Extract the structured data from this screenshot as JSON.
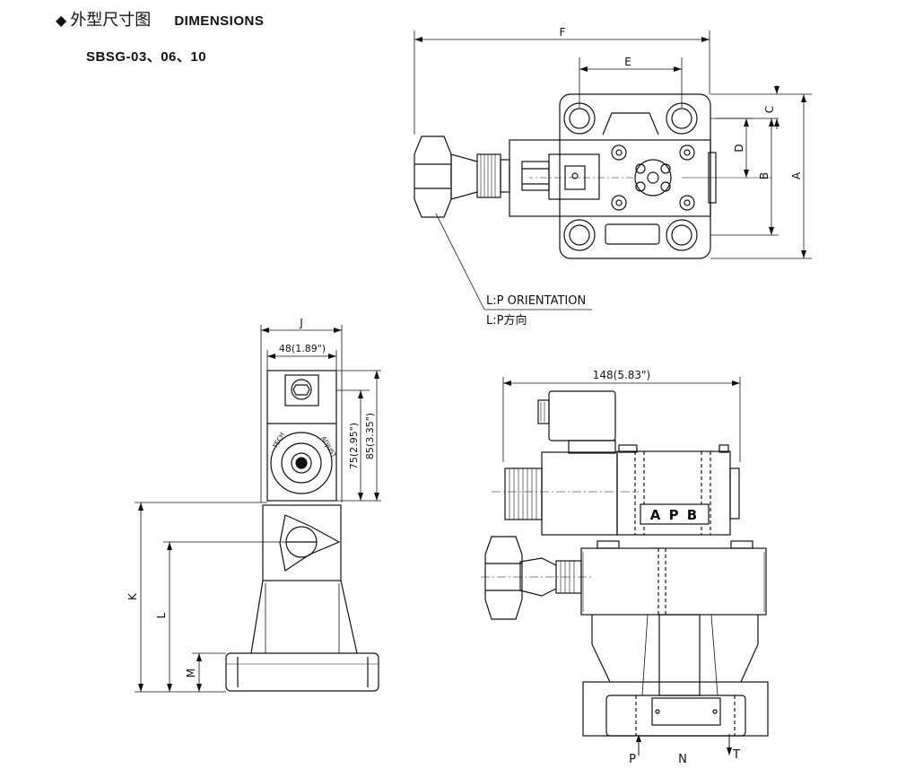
{
  "header": {
    "diamond": "◆",
    "title_cn": "外型尺寸图",
    "title_en": "DIMENSIONS",
    "model": "SBSG-03、06、10"
  },
  "top_view": {
    "dim_f": "F",
    "dim_e": "E",
    "dim_a": "A",
    "dim_b": "B",
    "dim_c": "C",
    "dim_d": "D",
    "note_line1": "L:P ORIENTATION",
    "note_line2": "L:P方向"
  },
  "side_view": {
    "dim_j": "J",
    "dim_48": "48(1.89\")",
    "dim_75": "75(2.95\")",
    "dim_85": "85(3.35\")",
    "dim_k": "K",
    "dim_l": "L",
    "dim_m": "M"
  },
  "front_view": {
    "dim_148": "148(5.83\")",
    "brand": "A P B",
    "port_p": "P",
    "port_n": "N",
    "port_t": "T"
  },
  "colors": {
    "line": "#111111",
    "background": "#ffffff"
  }
}
